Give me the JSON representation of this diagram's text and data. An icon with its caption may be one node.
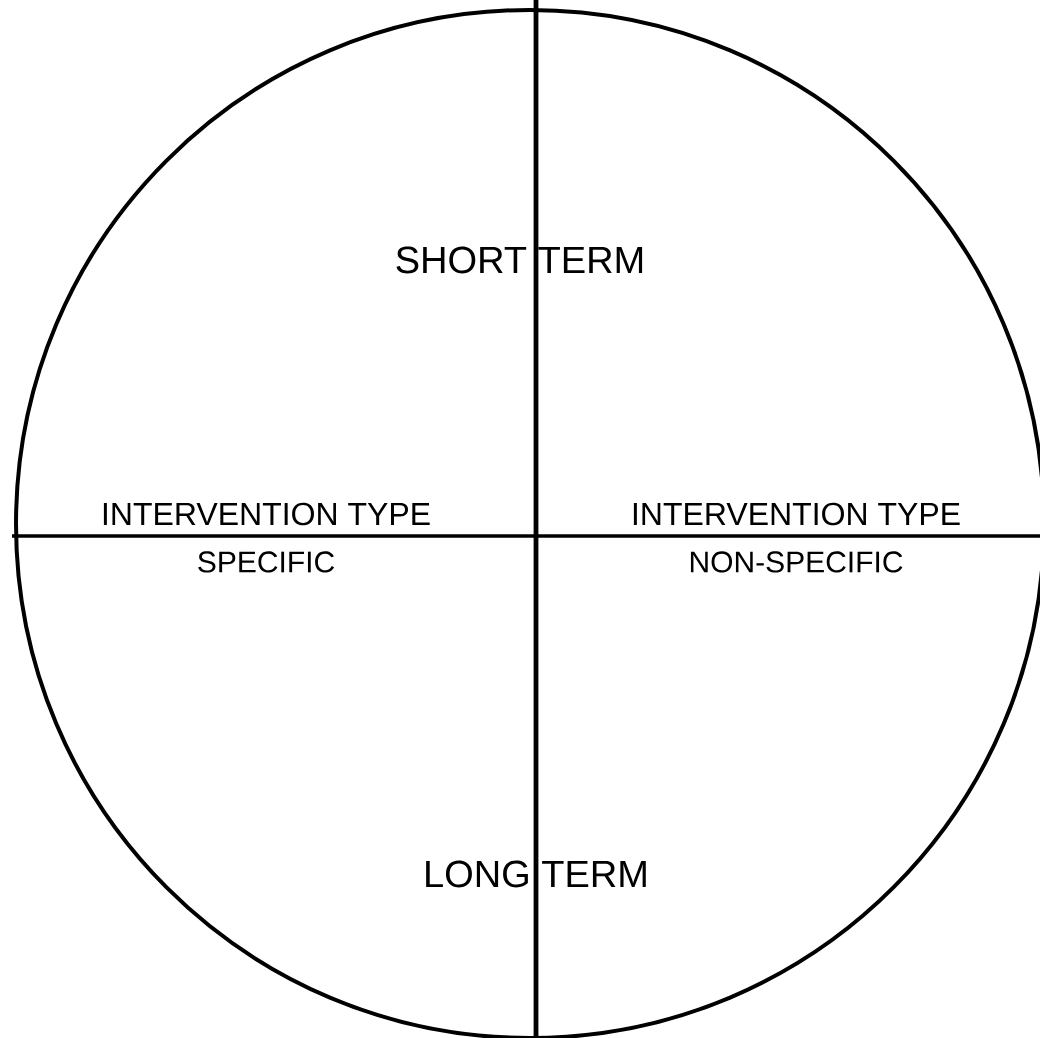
{
  "diagram": {
    "labels": [
      "SHORT TERM",
      "INTERVENTION TYPE",
      "SPECIFIC",
      "INTERVENTION TYPE",
      "NON-SPECIFIC",
      "LONG TERM"
    ]
  }
}
